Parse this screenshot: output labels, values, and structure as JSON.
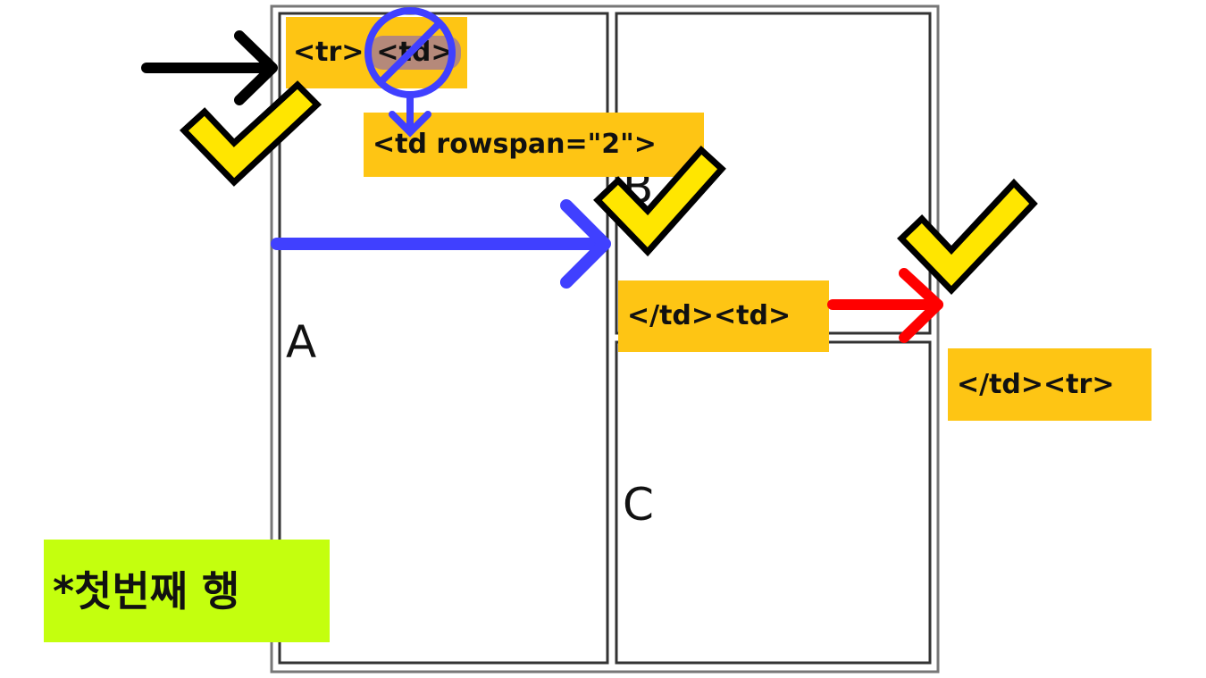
{
  "cells": {
    "a": "A",
    "b": "B",
    "c": "C"
  },
  "tags": {
    "tr_open": "<tr>",
    "td_open_struck": "<td>",
    "td_rowspan": "<td rowspan=\"2\">",
    "td_close_td_open": "</td><td>",
    "td_close_tr": "</td><tr>"
  },
  "note": "*첫번째 행",
  "colors": {
    "tag_bg": "#fec514",
    "note_bg": "#c4ff0e",
    "check_fill": "#ffe600",
    "blue": "#4040ff",
    "red": "#ff0000",
    "black": "#000000",
    "table_border": "#777777"
  }
}
